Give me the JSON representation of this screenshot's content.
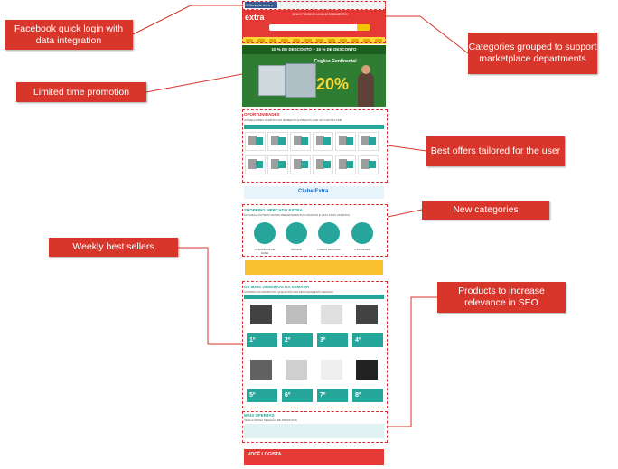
{
  "callouts": {
    "facebook": "Facebook quick login with data integration",
    "categories": "Categories grouped to support marketplace departments",
    "promotion": "Limited time promotion",
    "offers": "Best offers tailored for the user",
    "new_categories": "New categories",
    "best_sellers": "Weekly best sellers",
    "seo": "Products to increase relevance in SEO"
  },
  "mockup": {
    "logo": "extra",
    "fb_label": "f Conecte com o Facebook",
    "header_links": "SEUS PEDIDOS   LOJA   ATENDIMENTO",
    "banner_top": "10 % DE DESCONTO + 15 % DE DESCONTO",
    "banner_title": "Fogões Continental",
    "banner_percent": "20%",
    "offers_title": "OPORTUNIDADES",
    "offers_sub": "OS MELHORES OFERTAS DO MOMENTO E PREÇOS QUE SÓ O EXTRA TEM",
    "shopping_title": "SHOPPING MERCADO EXTRA",
    "shopping_sub": "CONHEÇA OUTROS NOVOS DEPARTAMENTOS CRIADOS E VEJA SUAS OFERTAS",
    "cat_labels": [
      "UTENSÍLIOS DE CASA",
      "MÓVEIS",
      "LINHAS DE CAMA",
      "UTILIDADES"
    ],
    "clube": "Clube Extra",
    "bestsellers_title": "OS MAIS VENDIDOS DA SEMANA",
    "bestsellers_sub": "CONFIRA OS PRODUTOS QUE ESTÃO EM DESTAQUE ESTA SEMANA",
    "ranks": [
      "1º",
      "2º",
      "3º",
      "4º",
      "5º",
      "6º",
      "7º",
      "8º"
    ],
    "more_offers_title": "MAIS OFERTAS",
    "more_offers_sub": "VEJA A NOSSA SELEÇÃO DE PRODUTOS",
    "footer_text": "VOCÊ LOGISTA"
  },
  "colors": {
    "callout": "#d9362b",
    "header": "#e53935",
    "banner": "#2e7d32",
    "teal": "#26a69a",
    "nav": "#fdd835"
  }
}
